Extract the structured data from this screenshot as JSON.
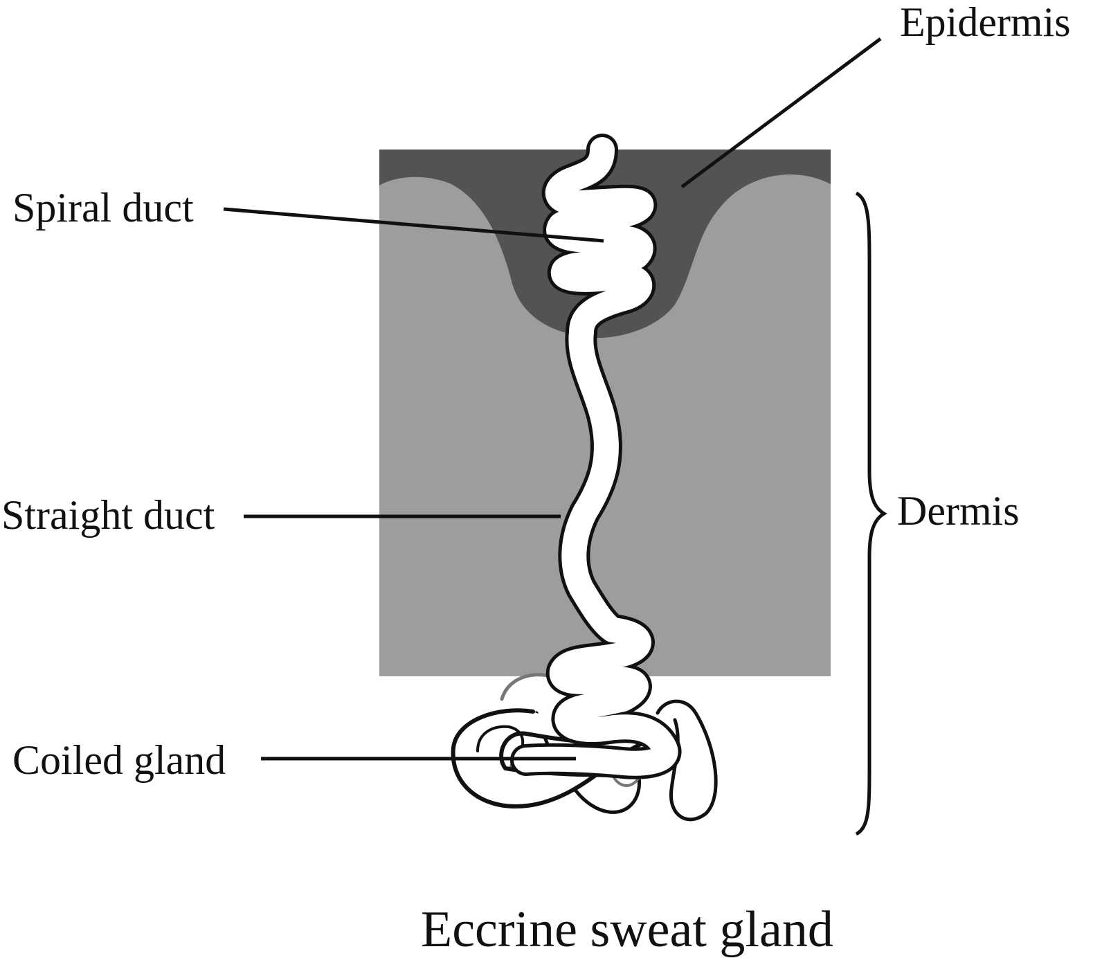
{
  "labels": {
    "epidermis": "Epidermis",
    "spiral_duct": "Spiral duct",
    "straight_duct": "Straight duct",
    "dermis": "Dermis",
    "coiled_gland": "Coiled gland"
  },
  "caption": "Eccrine sweat gland",
  "colors": {
    "background": "#ffffff",
    "epidermis": "#535353",
    "dermis": "#9d9d9d",
    "duct": "#ffffff",
    "outline": "#111111",
    "text": "#111111"
  }
}
